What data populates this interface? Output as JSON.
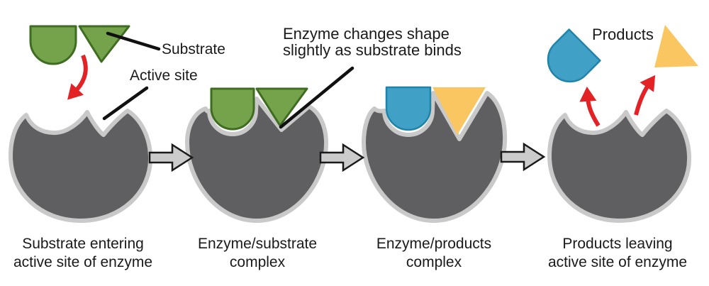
{
  "figure_type": "enzyme-action-diagram",
  "colors": {
    "background": "#ffffff",
    "enzyme_fill": "#5f5f61",
    "enzyme_outline": "#c9c9c9",
    "substrate_fill": "#75a34c",
    "substrate_outline": "#3e6d20",
    "product_round_fill": "#40a0c6",
    "product_round_outline": "#1f84a9",
    "product_wedge_fill": "#fac661",
    "motion_arrow_red": "#e32226",
    "transition_arrow_fill": "#cbcbcb",
    "transition_arrow_outline": "#1a1a1a",
    "pointer_line": "#111111",
    "text": "#1a1a1a"
  },
  "labels": {
    "substrate": "Substrate",
    "active_site": "Active site",
    "shape_change_line1": "Enzyme changes shape",
    "shape_change_line2": "slightly as substrate binds",
    "products": "Products"
  },
  "stages": [
    {
      "caption_line1": "Substrate entering",
      "caption_line2": "active site of enzyme"
    },
    {
      "caption_line1": "Enzyme/substrate",
      "caption_line2": "complex"
    },
    {
      "caption_line1": "Enzyme/products",
      "caption_line2": "complex"
    },
    {
      "caption_line1": "Products leaving",
      "caption_line2": "active site of enzyme"
    }
  ]
}
